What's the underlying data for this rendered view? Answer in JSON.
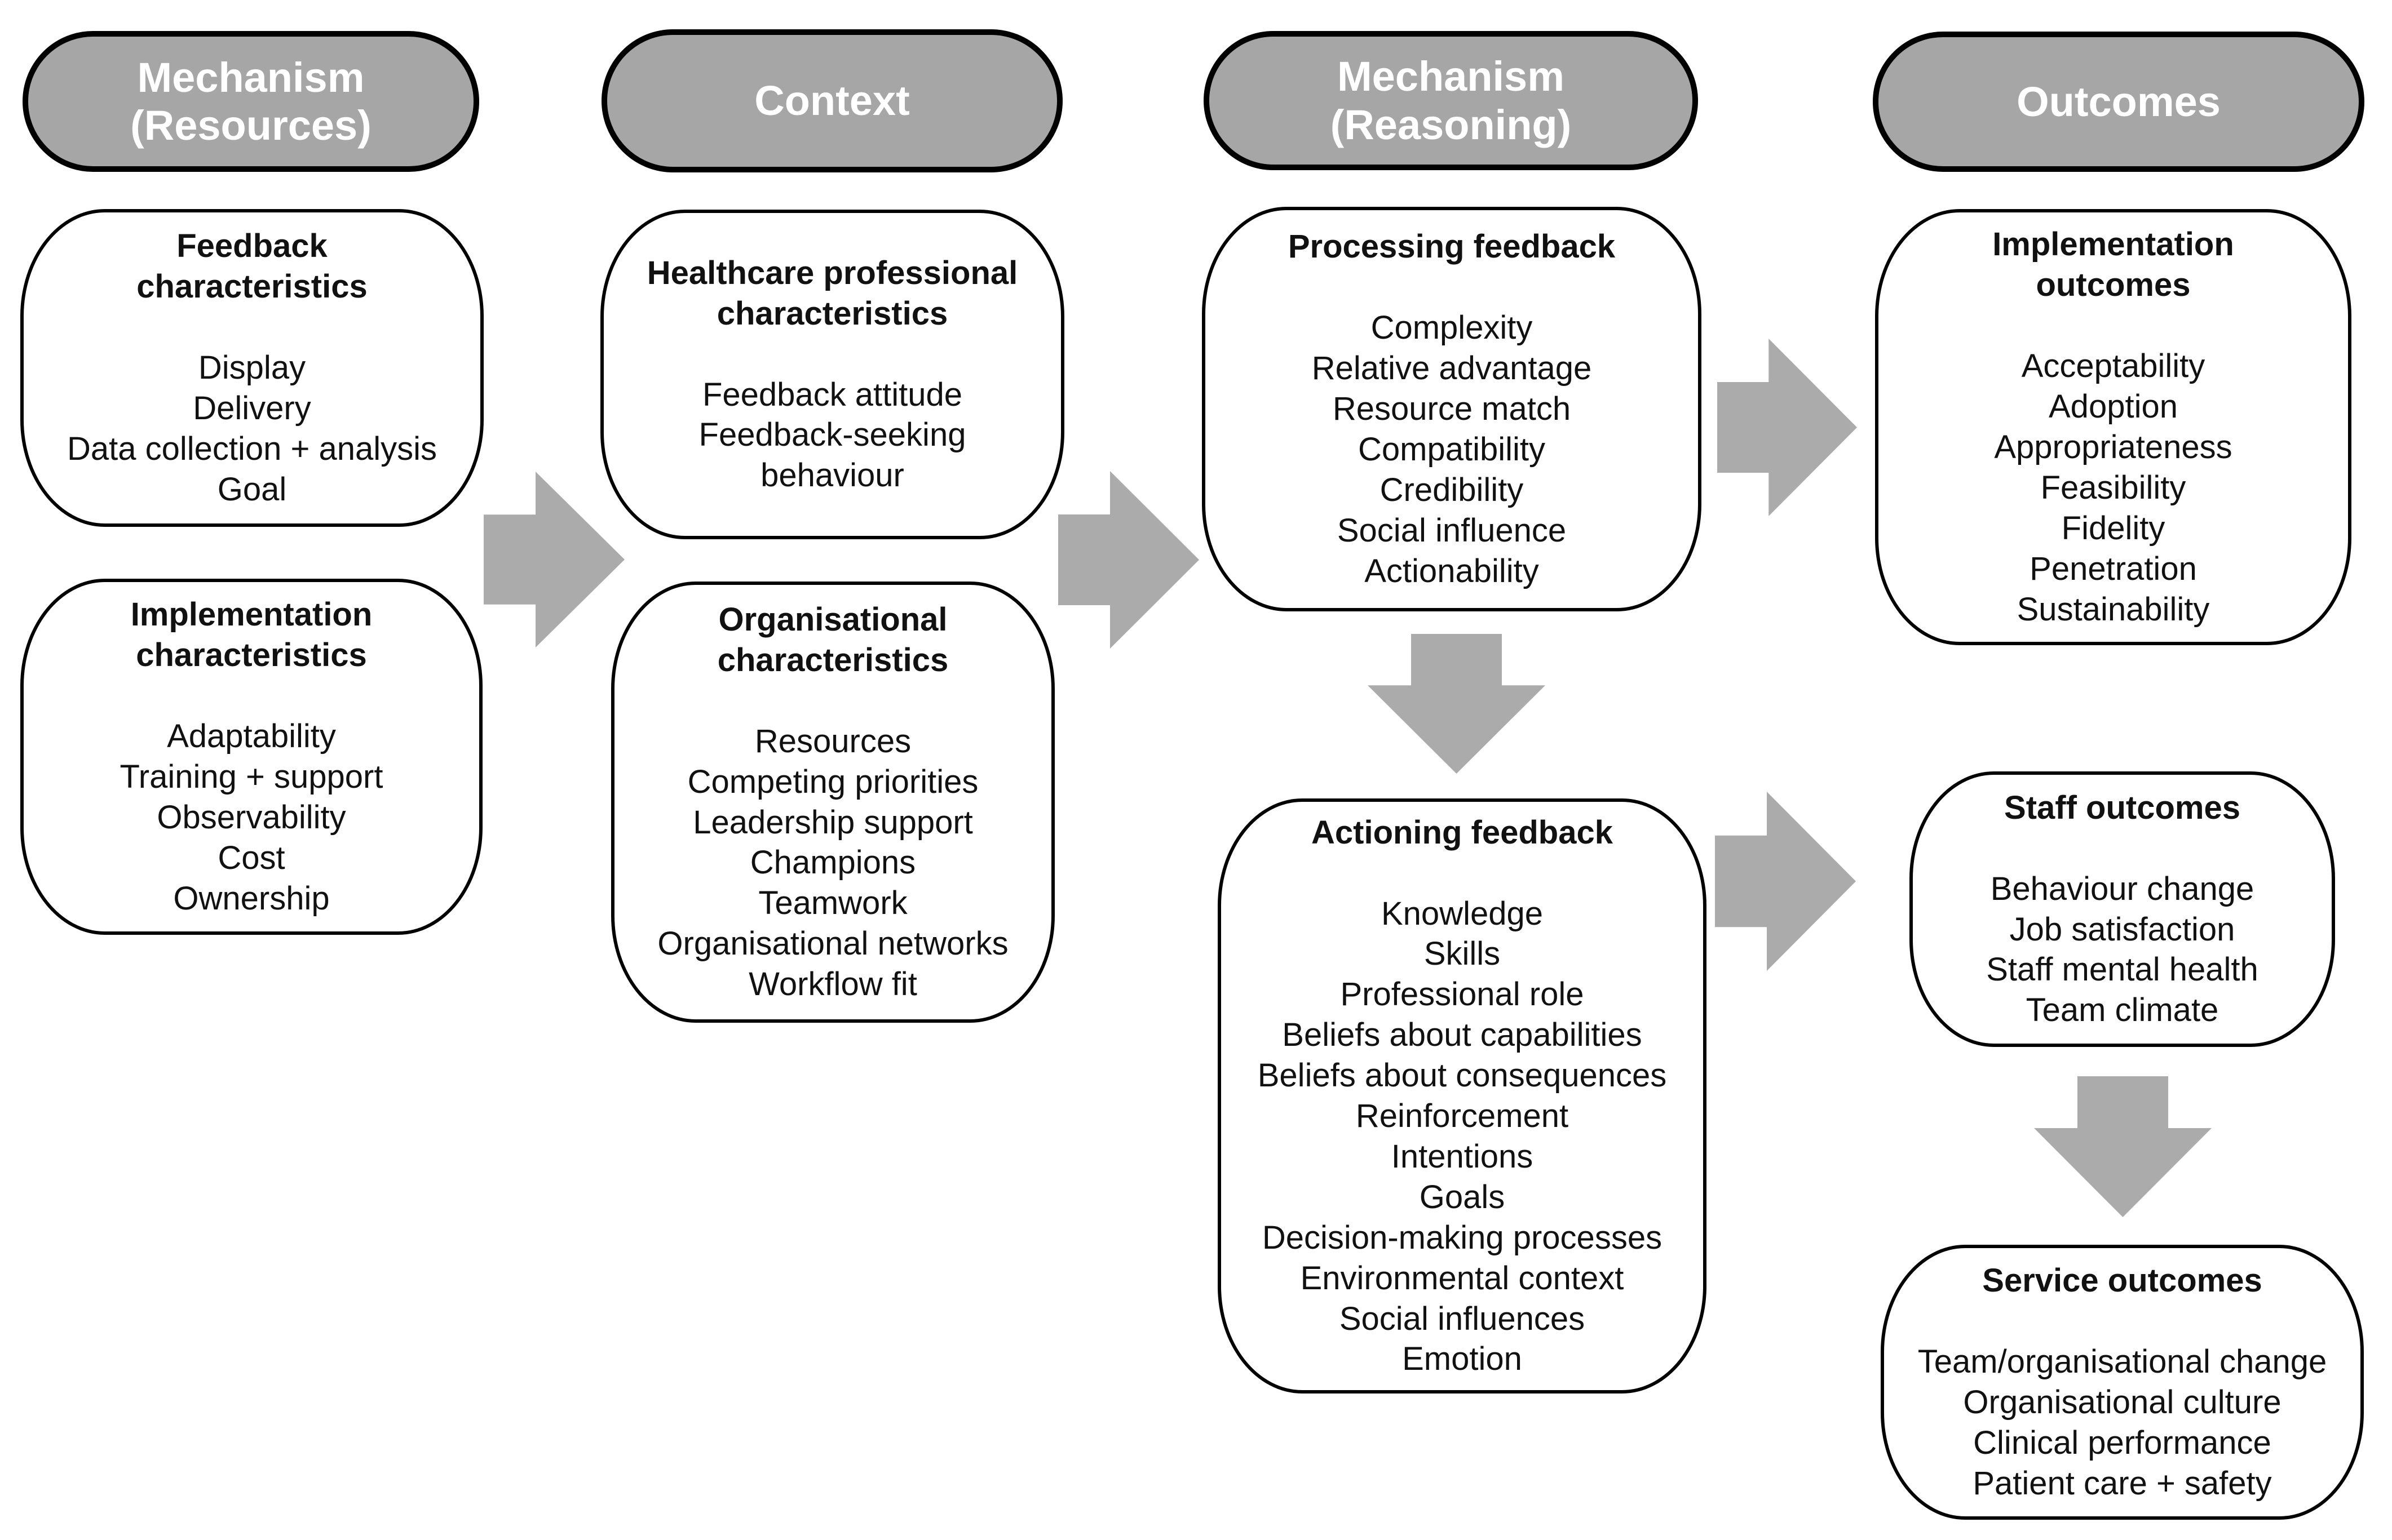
{
  "headers": {
    "resources": "Mechanism (Resources)",
    "context": "Context",
    "reasoning": "Mechanism (Reasoning)",
    "outcomes": "Outcomes"
  },
  "boxes": {
    "feedback_characteristics": {
      "title": "Feedback characteristics",
      "items": [
        "Display",
        "Delivery",
        "Data collection + analysis",
        "Goal"
      ]
    },
    "implementation_characteristics": {
      "title": "Implementation characteristics",
      "items": [
        "Adaptability",
        "Training + support",
        "Observability",
        "Cost",
        "Ownership"
      ]
    },
    "healthcare_professional_characteristics": {
      "title": "Healthcare professional characteristics",
      "items": [
        "Feedback attitude",
        "Feedback-seeking behaviour"
      ]
    },
    "organisational_characteristics": {
      "title": "Organisational characteristics",
      "items": [
        "Resources",
        "Competing priorities",
        "Leadership support",
        "Champions",
        "Teamwork",
        "Organisational networks",
        "Workflow fit"
      ]
    },
    "processing_feedback": {
      "title": "Processing feedback",
      "items": [
        "Complexity",
        "Relative advantage",
        "Resource match",
        "Compatibility",
        "Credibility",
        "Social influence",
        "Actionability"
      ]
    },
    "actioning_feedback": {
      "title": "Actioning feedback",
      "items": [
        "Knowledge",
        "Skills",
        "Professional role",
        "Beliefs about capabilities",
        "Beliefs about consequences",
        "Reinforcement",
        "Intentions",
        "Goals",
        "Decision-making processes",
        "Environmental context",
        "Social influences",
        "Emotion"
      ]
    },
    "implementation_outcomes": {
      "title": "Implementation outcomes",
      "items": [
        "Acceptability",
        "Adoption",
        "Appropriateness",
        "Feasibility",
        "Fidelity",
        "Penetration",
        "Sustainability"
      ]
    },
    "staff_outcomes": {
      "title": "Staff outcomes",
      "items": [
        "Behaviour change",
        "Job satisfaction",
        "Staff mental health",
        "Team climate"
      ]
    },
    "service_outcomes": {
      "title": "Service outcomes",
      "items": [
        "Team/organisational change",
        "Organisational culture",
        "Clinical performance",
        "Patient care + safety"
      ]
    }
  },
  "colors": {
    "header_fill": "#a6a6a6",
    "header_text": "#ffffff",
    "arrow_fill": "#ababab",
    "border": "#000000"
  }
}
